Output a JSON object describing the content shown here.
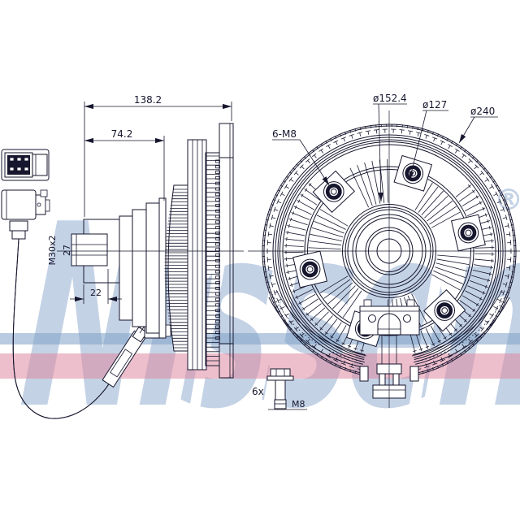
{
  "colors": {
    "line": "#16162e",
    "watermark": "#c4d2e5",
    "stripe_blue": "rgba(125,160,198,0.55)",
    "stripe_pink": "rgba(223,137,160,0.55)"
  },
  "watermark": {
    "text": "Nissens",
    "registered": "®"
  },
  "side_view": {
    "dims": {
      "overall_length": "138.2",
      "body_length": "74.2",
      "hex_width": "27",
      "thread": "M30x2",
      "shaft_length": "22"
    }
  },
  "front_view": {
    "labels": {
      "mounting_bolts": "6-M8",
      "bolt_circle_diameter": "ø152.4",
      "pilot_diameter": "ø127",
      "outer_diameter": "ø240"
    }
  },
  "hardware": {
    "quantity": "6x",
    "thread_size": "M8"
  }
}
